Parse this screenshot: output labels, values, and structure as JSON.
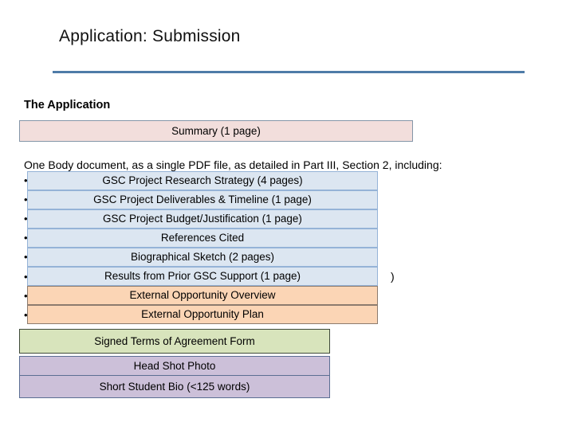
{
  "slide": {
    "title": "Application: Submission",
    "section_heading": "The Application",
    "body_intro": "One Body document, as a single PDF file, as detailed in Part III, Section 2, including:",
    "accent_rule_color": "#4F7CA8"
  },
  "summary_box": {
    "label": "Summary (1 page)",
    "fill": "#F2DEDC",
    "border": "#8496A8"
  },
  "body_items": [
    {
      "label": "GSC Project Research Strategy (4 pages)",
      "fill": "#DCE6F1",
      "border": "#95B3D7"
    },
    {
      "label": "GSC Project Deliverables & Timeline (1 page)",
      "fill": "#DCE6F1",
      "border": "#95B3D7"
    },
    {
      "label": "GSC Project Budget/Justification (1 page)",
      "fill": "#DCE6F1",
      "border": "#95B3D7"
    },
    {
      "label": "References Cited",
      "fill": "#DCE6F1",
      "border": "#95B3D7"
    },
    {
      "label": "Biographical Sketch (2 pages)",
      "fill": "#DCE6F1",
      "border": "#95B3D7"
    },
    {
      "label": "Results from Prior GSC Support (1 page)",
      "fill": "#DCE6F1",
      "border": "#95B3D7"
    },
    {
      "label": "External Opportunity Overview",
      "fill": "#FBD5B5",
      "border": "#8C7B6E"
    },
    {
      "label": "External Opportunity Plan",
      "fill": "#FBD5B5",
      "border": "#8C7B6E"
    }
  ],
  "bullet_marker": "•",
  "underlying_bullets": [
    "",
    "",
    "",
    "",
    "",
    ")",
    "",
    ""
  ],
  "attachment_boxes": [
    {
      "label": "Signed Terms of Agreement Form",
      "fill": "#D8E4BC",
      "border": "#3F4A3A"
    },
    {
      "label": "Head Shot Photo",
      "fill": "#CCC0D9",
      "border": "#5B6E93"
    },
    {
      "label": "Short Student Bio (<125 words)",
      "fill": "#CCC0D9",
      "border": "#5B6E93"
    }
  ],
  "obscured_line": "Short Student Bio (<125 words)"
}
